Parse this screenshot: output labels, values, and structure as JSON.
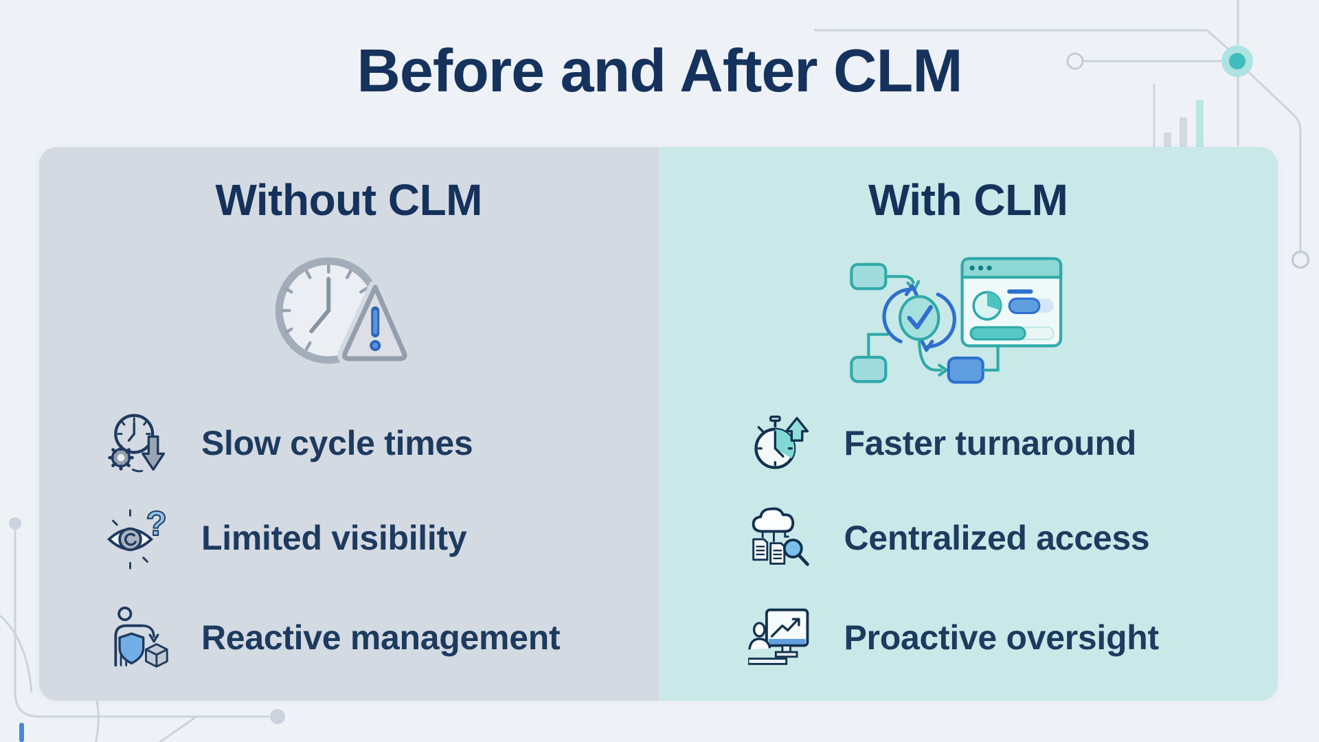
{
  "title": "Before and After CLM",
  "panels": {
    "without": {
      "header": "Without CLM",
      "hero_icon": "clock-warning-icon",
      "items": [
        {
          "icon": "slow-cycle-icon",
          "label": "Slow cycle times"
        },
        {
          "icon": "limited-visibility-icon",
          "label": "Limited visibility"
        },
        {
          "icon": "reactive-management-icon",
          "label": "Reactive management"
        }
      ]
    },
    "with": {
      "header": "With CLM",
      "hero_icon": "workflow-dashboard-icon",
      "items": [
        {
          "icon": "faster-turnaround-icon",
          "label": "Faster turnaround"
        },
        {
          "icon": "centralized-access-icon",
          "label": "Centralized access"
        },
        {
          "icon": "proactive-oversight-icon",
          "label": "Proactive oversight"
        }
      ]
    }
  },
  "colors": {
    "background": "#eef2f7",
    "panel_without_bg": "#d4dae2",
    "panel_with_bg": "#c9e8e8",
    "heading_text": "#15325c",
    "item_text": "#1d3a5f",
    "accent_teal": "#3fbdbd",
    "accent_blue": "#2e6fce",
    "decor_line_gray": "#ccd3de"
  }
}
